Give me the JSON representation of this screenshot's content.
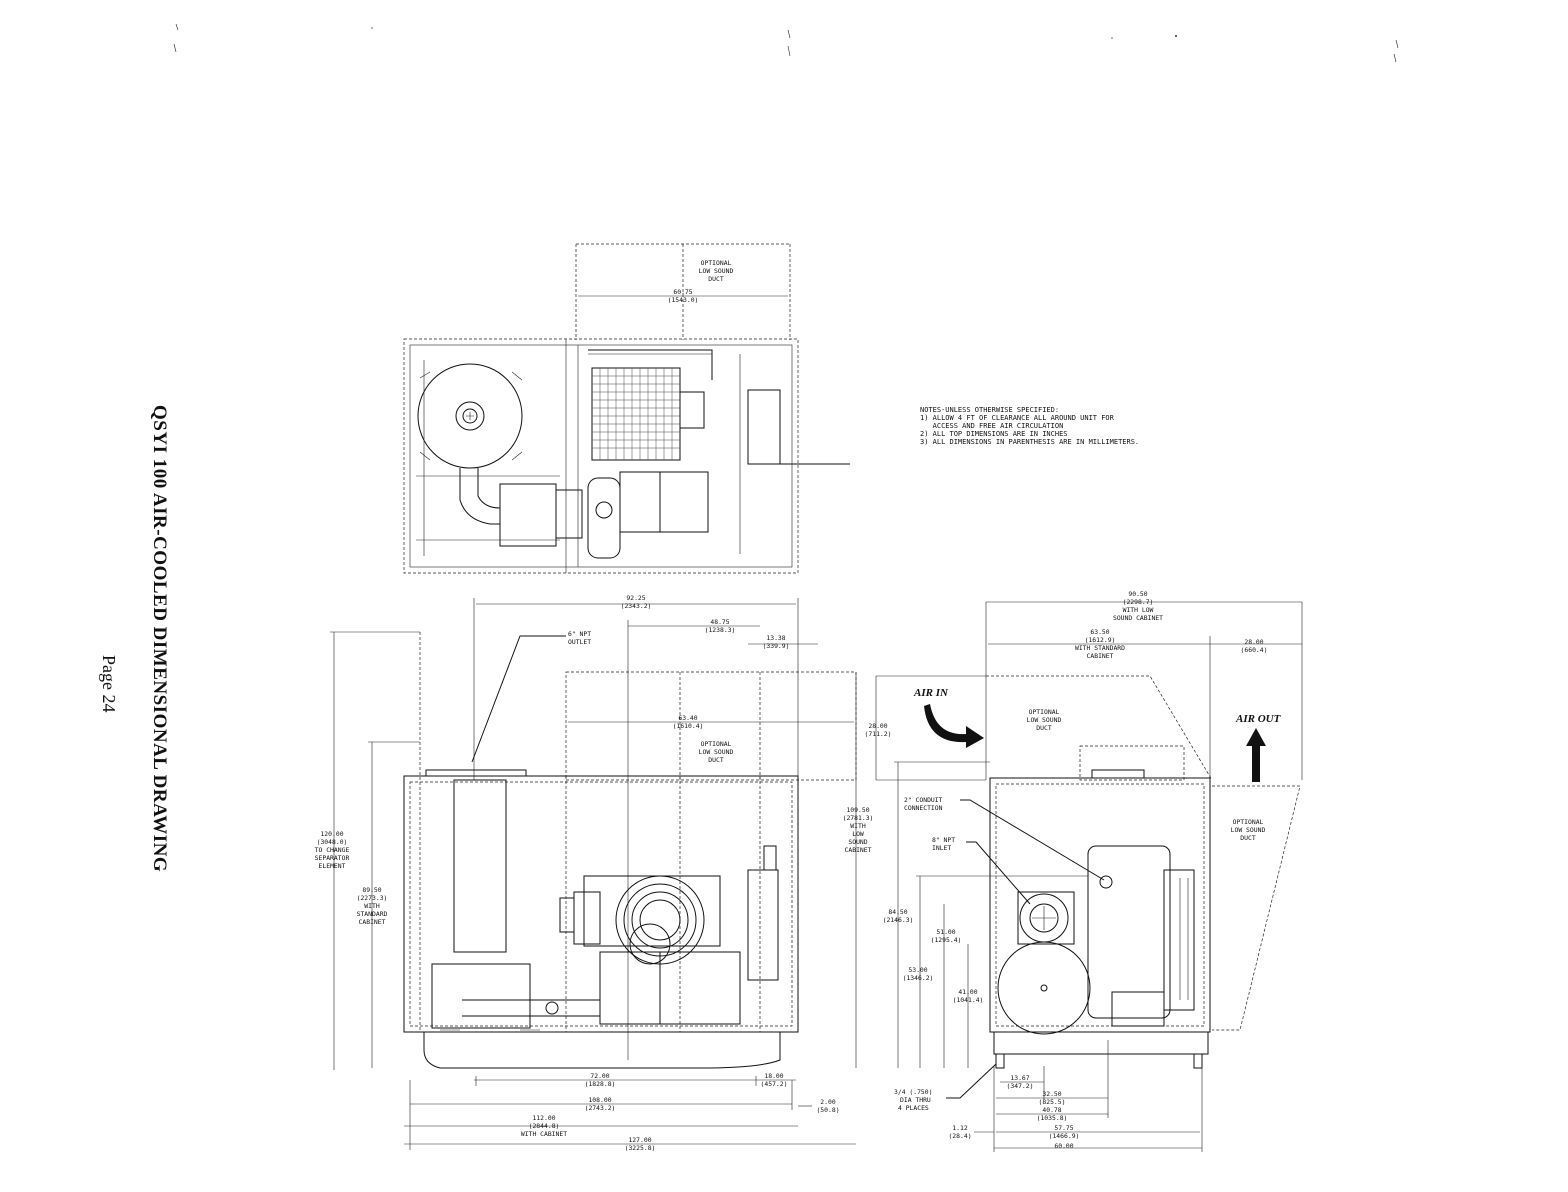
{
  "title": "QSYI 100 AIR-COOLED DIMENSIONAL DRAWING",
  "page_label": "Page 24",
  "notes": {
    "header": "NOTES-UNLESS OTHERWISE SPECIFIED:",
    "items": [
      "1) ALLOW 4 FT OF CLEARANCE ALL AROUND UNIT FOR",
      "   ACCESS AND FREE AIR CIRCULATION",
      "2) ALL TOP DIMENSIONS ARE IN INCHES",
      "3) ALL DIMENSIONS IN PARENTHESIS ARE IN MILLIMETERS."
    ]
  },
  "top_view": {
    "duct_label_1": "OPTIONAL",
    "duct_label_2": "LOW SOUND",
    "duct_label_3": "DUCT",
    "dim_in": "60.75",
    "dim_mm": "(1543.0)"
  },
  "front_view": {
    "dims": {
      "d92_in": "92.25",
      "d92_mm": "(2343.2)",
      "d48_in": "48.75",
      "d48_mm": "(1238.3)",
      "d13_in": "13.38",
      "d13_mm": "(339.9)",
      "d63_in": "63.40",
      "d63_mm": "(1610.4)",
      "d120_in": "120.00",
      "d120_mm": "(3048.0)",
      "d120_l1": "TO CHANGE",
      "d120_l2": "SEPARATOR",
      "d120_l3": "ELEMENT",
      "d89_in": "89.50",
      "d89_mm": "(2273.3)",
      "d89_l1": "WITH",
      "d89_l2": "STANDARD",
      "d89_l3": "CABINET",
      "d109_in": "109.50",
      "d109_mm": "(2781.3)",
      "d109_l1": "WITH",
      "d109_l2": "LOW",
      "d109_l3": "SOUND",
      "d109_l4": "CABINET",
      "d72_in": "72.00",
      "d72_mm": "(1828.8)",
      "d18_in": "18.00",
      "d18_mm": "(457.2)",
      "d108_in": "108.00",
      "d108_mm": "(2743.2)",
      "d2_in": "2.00",
      "d2_mm": "(50.8)",
      "d112_in": "112.00",
      "d112_mm": "(2844.8)",
      "d112_l1": "WITH CABINET",
      "d127_in": "127.00",
      "d127_mm": "(3225.8)"
    },
    "outlet_1": "6\" NPT",
    "outlet_2": "OUTLET",
    "duct_1": "OPTIONAL",
    "duct_2": "LOW SOUND",
    "duct_3": "DUCT"
  },
  "side_view": {
    "air_in": "AIR IN",
    "air_out": "AIR OUT",
    "dims": {
      "d90_in": "90.50",
      "d90_mm": "(2298.7)",
      "d90_l1": "WITH LOW",
      "d90_l2": "SOUND CABINET",
      "d63_in": "63.50",
      "d63_mm": "(1612.9)",
      "d63_l1": "WITH STANDARD",
      "d63_l2": "CABINET",
      "d28t_in": "28.00",
      "d28t_mm": "(660.4)",
      "d28_in": "28.00",
      "d28_mm": "(711.2)",
      "d84_in": "84.50",
      "d84_mm": "(2146.3)",
      "d51_in": "51.00",
      "d51_mm": "(1295.4)",
      "d53_in": "53.00",
      "d53_mm": "(1346.2)",
      "d41_in": "41.00",
      "d41_mm": "(1041.4)",
      "d13_in": "13.67",
      "d13_mm": "(347.2)",
      "d32_in": "32.50",
      "d32_mm": "(825.5)",
      "d40_in": "40.78",
      "d40_mm": "(1035.8)",
      "d1_in": "1.12",
      "d1_mm": "(28.4)",
      "d57_in": "57.75",
      "d57_mm": "(1466.9)",
      "d60_in": "60.00"
    },
    "conduit_1": "2\" CONDUIT",
    "conduit_2": "CONNECTION",
    "inlet_1": "8\" NPT",
    "inlet_2": "INLET",
    "duct_top_1": "OPTIONAL",
    "duct_top_2": "LOW SOUND",
    "duct_top_3": "DUCT",
    "duct_side_1": "OPTIONAL",
    "duct_side_2": "LOW SOUND",
    "duct_side_3": "DUCT",
    "holes_1": "3/4 (.750)",
    "holes_2": "DIA THRU",
    "holes_3": "4 PLACES"
  }
}
